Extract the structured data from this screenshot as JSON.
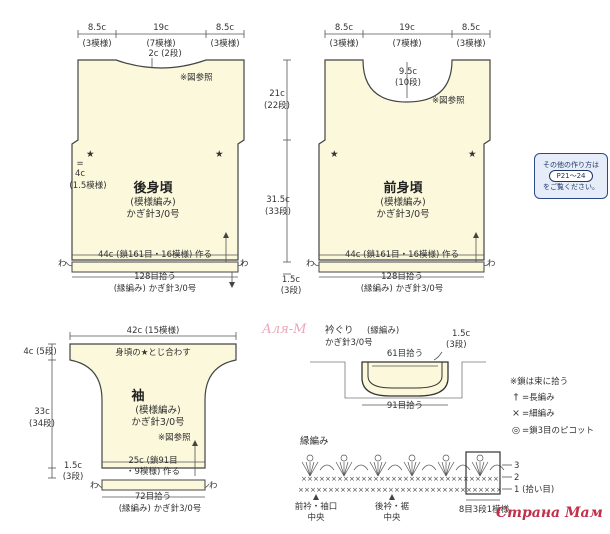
{
  "back": {
    "top_dims": [
      "8.5c",
      "19c",
      "8.5c"
    ],
    "top_sub": [
      "(3模様)",
      "(7模様)",
      "(3模様)"
    ],
    "neck": "2c (2段)",
    "ref": "※図参照",
    "side_left": "4c",
    "side_left_sub": "(1.5模様)",
    "title": "後身頃",
    "sub1": "(模様編み)",
    "sub2": "かぎ針3/0号",
    "chain": "44c (鎖161目・16模様) 作る",
    "pickup": "128目拾う",
    "edging": "(縁編み) かぎ針3/0号",
    "wa": "わ"
  },
  "front": {
    "top_dims": [
      "8.5c",
      "19c",
      "8.5c"
    ],
    "top_sub": [
      "(3模様)",
      "(7模様)",
      "(3模様)"
    ],
    "neck": "9.5c",
    "neck_sub": "(10段)",
    "ref": "※図参照",
    "title": "前身頃",
    "sub1": "(模様編み)",
    "sub2": "かぎ針3/0号",
    "chain": "44c (鎖161目・16模様) 作る",
    "pickup": "128目拾う",
    "edging": "(縁編み) かぎ針3/0号",
    "wa": "わ"
  },
  "vertical": {
    "upper": "21c",
    "upper_sub": "(22段)",
    "middle": "31.5c",
    "middle_sub": "(33段)",
    "lower": "1.5c",
    "lower_sub": "(3段)"
  },
  "note": {
    "line1": "その他の作り方は",
    "pill": "P21〜24",
    "line2": "をご覧ください。"
  },
  "sleeve": {
    "top": "42c (15模様)",
    "join": "身頃の★とじ合わす",
    "left_top": "4c (5段)",
    "left_mid": "33c",
    "left_mid_sub": "(34段)",
    "left_low": "1.5c",
    "left_low_sub": "(3段)",
    "title": "袖",
    "sub1": "(模様編み)",
    "sub2": "かぎ針3/0号",
    "ref": "※図参照",
    "chain": "25c (鎖91目",
    "chain2": "・9模様) 作る",
    "pickup": "72目拾う",
    "edging": "(縁編み) かぎ針3/0号",
    "wa": "わ"
  },
  "collar": {
    "title": "衿ぐり",
    "title_sub": "(縁編み)",
    "hook": "かぎ針3/0号",
    "right": "1.5c",
    "right_sub": "(3段)",
    "top_pick": "61目拾う",
    "bottom_pick": "91目拾う"
  },
  "legend": [
    "※鎖は束に拾う",
    "=長編み",
    "=細編み",
    "=鎖3目のピコット"
  ],
  "legend_symbols": [
    "",
    "†",
    "×",
    "◎"
  ],
  "edge": {
    "title": "縁編み",
    "rows": [
      "3",
      "2",
      "1 (拾い目)"
    ],
    "center1": "前衿・袖口",
    "center1_sub": "中央",
    "center2": "後衿・裾",
    "center2_sub": "中央",
    "repeat": "8目3段1模様"
  },
  "watermark": "Аля-М",
  "brand": "Страна Мам"
}
